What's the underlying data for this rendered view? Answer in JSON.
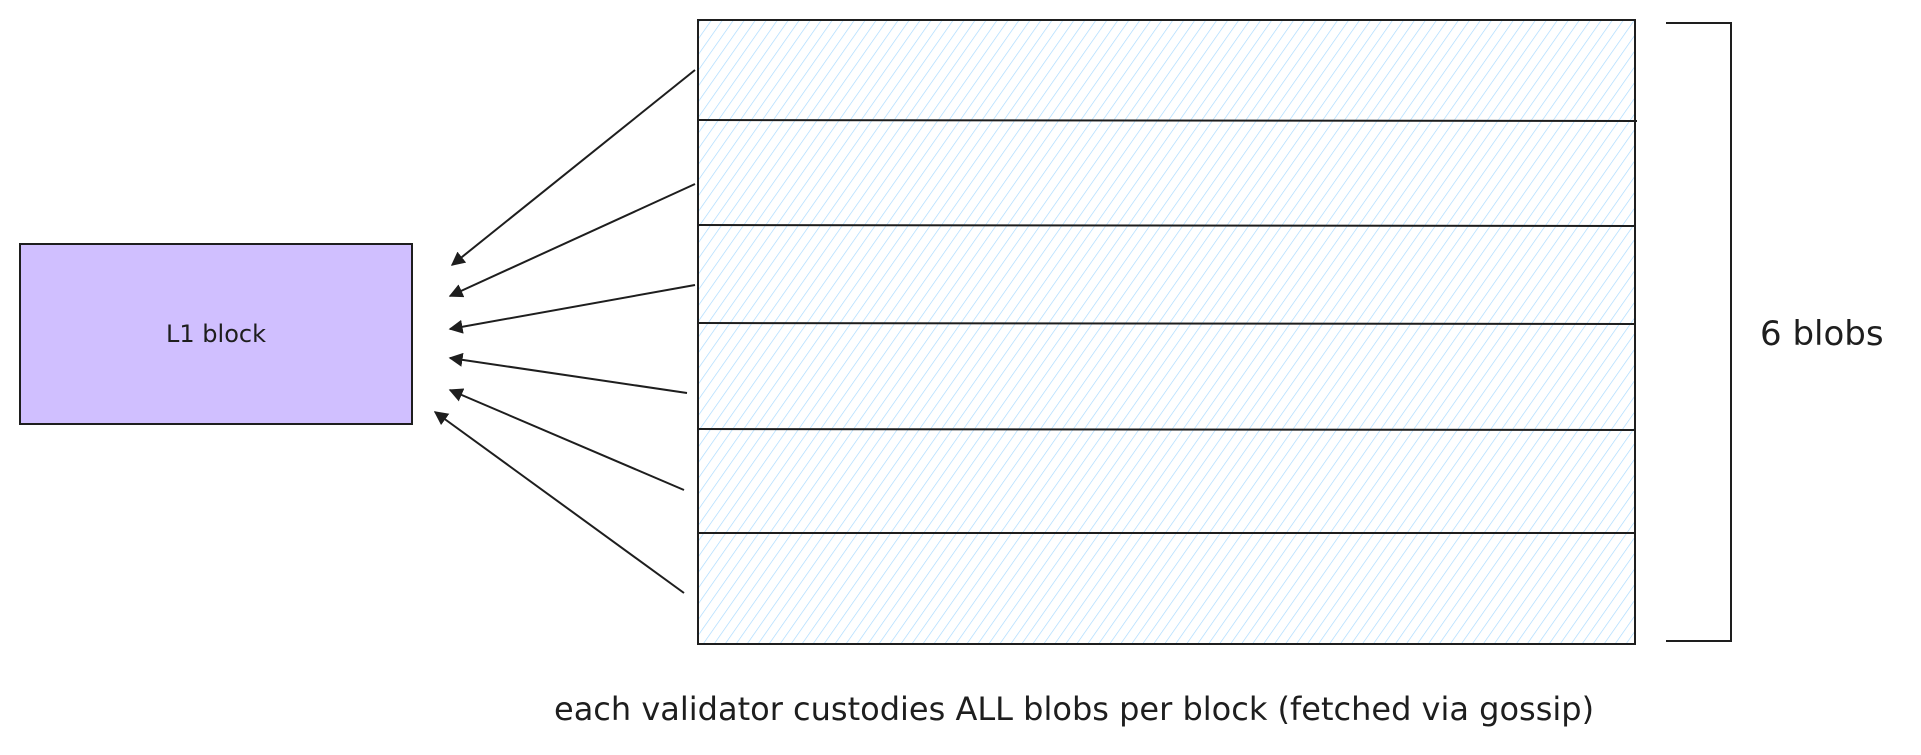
{
  "l1_block": {
    "label": "L1 block",
    "fill": "#d0bfff"
  },
  "blobs": {
    "count_label": "6 blobs",
    "rows": 6,
    "fill": "#a5d8ff"
  },
  "caption": "each validator custodies ALL blobs per block (fetched via gossip)"
}
